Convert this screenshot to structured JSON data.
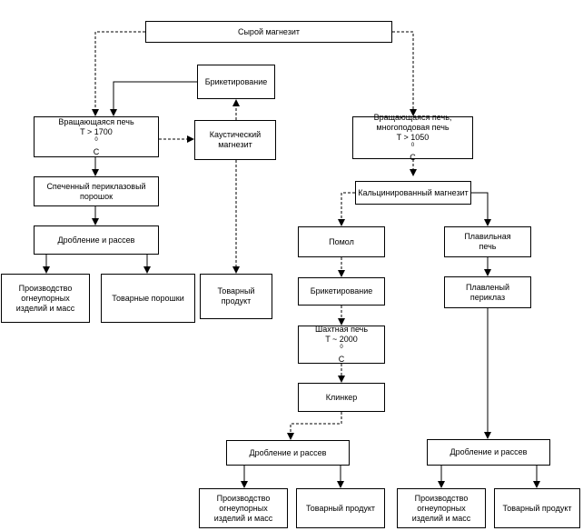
{
  "nodes": {
    "raw": "Сырой магнезит",
    "briquetting_top": "Брикетирование",
    "rotary_left_line1": "Вращающаяся печь",
    "rotary_left_line2": "T > 1700",
    "rotary_left_unit": "C",
    "caustic": "Каустический магнезит",
    "sintered": "Спеченный периклазовый порошок",
    "crush_left": "Дробление и рассев",
    "prod_refr_1": "Производство огнеупорных изделий и масс",
    "prod_powders": "Товарные порошки",
    "prod_commodity_1": "Товарный продукт",
    "rotary_right_line1": "Вращающаяся печь,",
    "rotary_right_line2": "многоподовая печь",
    "rotary_right_line3": "T > 1050",
    "rotary_right_unit": "C",
    "calcined": "Кальцинированный магнезит",
    "milling": "Помол",
    "briquetting_mid": "Брикетирование",
    "shaft_line1": "Шахтная печь",
    "shaft_line2": "T ~ 2000",
    "shaft_unit": "C",
    "clinker": "Клинкер",
    "crush_mid": "Дробление и рассев",
    "prod_refr_2": "Производство огнеупорных изделий и масс",
    "prod_commodity_2": "Товарный продукт",
    "fusion_furnace": "Плавильная печь",
    "fused_periclase": "Плавленый периклаз",
    "crush_right": "Дробление и рассев",
    "prod_refr_3": "Производство огнеупорных изделий и масс",
    "prod_commodity_3": "Товарный продукт",
    "degree": "0"
  }
}
